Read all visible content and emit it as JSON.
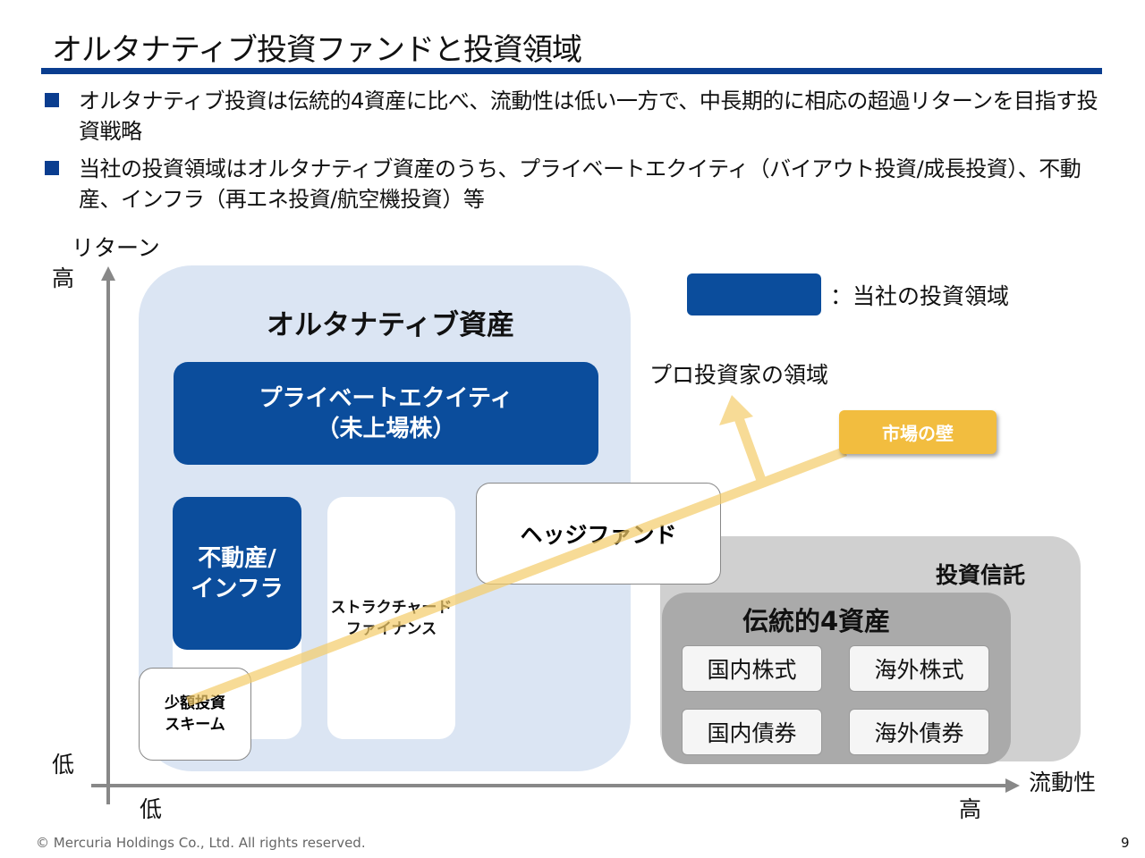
{
  "title": "オルタナティブ投資ファンドと投資領域",
  "bullets": [
    "オルタナティブ投資は伝統的4資産に比べ、流動性は低い一方で、中長期的に相応の超過リターンを目指す投資戦略",
    "当社の投資領域はオルタナティブ資産のうち、プライベートエクイティ（バイアウト投資/成長投資）、不動産、インフラ（再エネ投資/航空機投資）等"
  ],
  "axes": {
    "y_label": "リターン",
    "y_high": "高",
    "y_low": "低",
    "x_label": "流動性",
    "x_low": "低",
    "x_high": "高"
  },
  "legend": {
    "label": "：当社の投資領域",
    "color": "#0b4d9c"
  },
  "alt": {
    "title": "オルタナティブ資産",
    "pe_line1": "プライベートエクイティ",
    "pe_line2": "（未上場株）",
    "re_line1": "不動産/",
    "re_line2": "インフラ",
    "sf_line1": "ストラクチャード",
    "sf_line2": "ファイナンス",
    "hedge": "ヘッジファンド",
    "small_line1": "少額投資",
    "small_line2": "スキーム"
  },
  "pro": "プロ投資家の領域",
  "wall": "市場の壁",
  "trust": {
    "title": "投資信託",
    "trad_title": "伝統的4資産",
    "cells": [
      "国内株式",
      "海外株式",
      "国内債券",
      "海外債券"
    ]
  },
  "footer": {
    "copyright": "© Mercuria Holdings Co., Ltd. All rights reserved.",
    "page": "9"
  }
}
